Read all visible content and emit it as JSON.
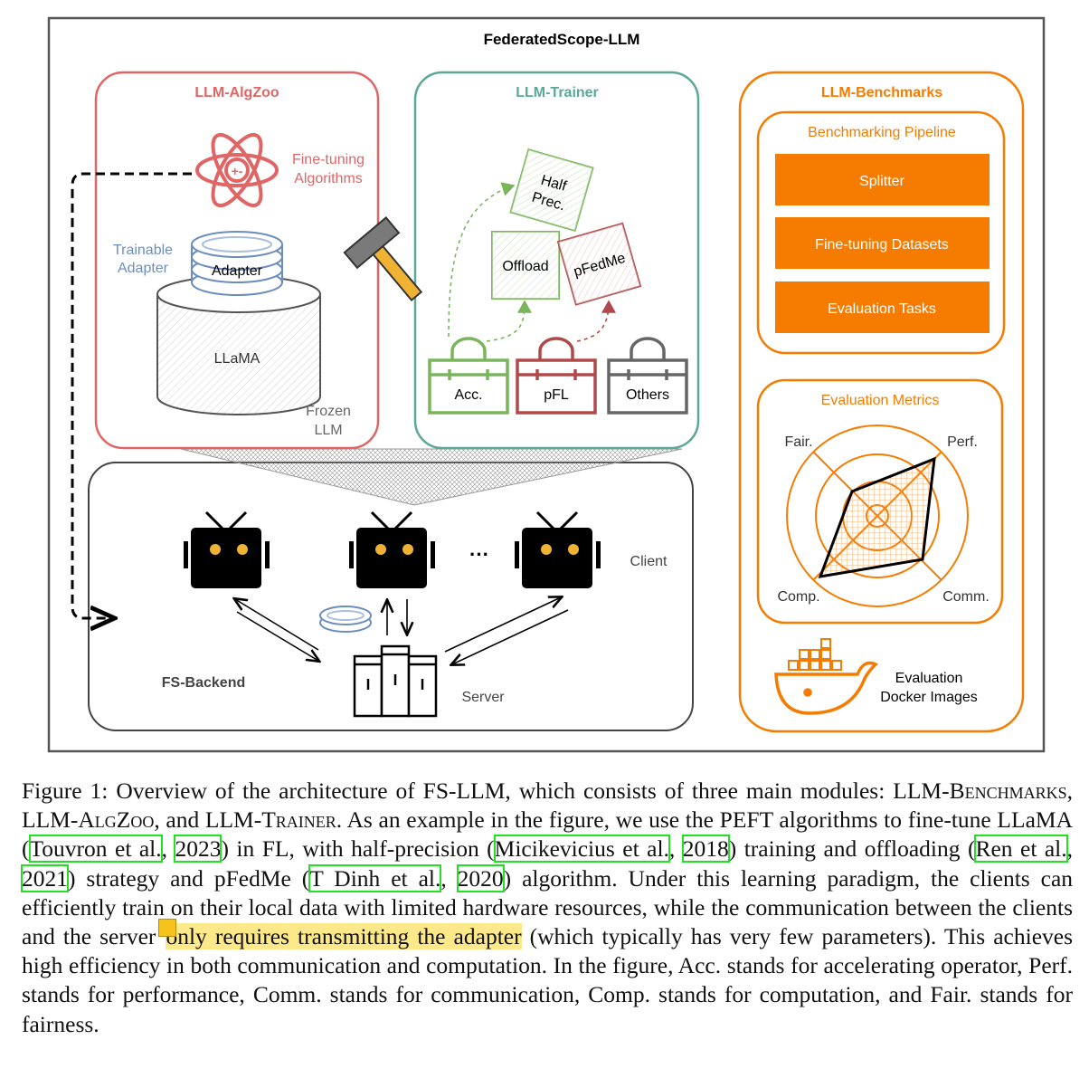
{
  "figure": {
    "title": "FederatedScope-LLM",
    "algzoo": {
      "title": "LLM-AlgZoo",
      "finetune_label_1": "Fine-tuning",
      "finetune_label_2": "Algorithms",
      "trainable_1": "Trainable",
      "trainable_2": "Adapter",
      "adapter": "Adapter",
      "llama": "LLaMA",
      "frozen_1": "Frozen",
      "frozen_2": "LLM"
    },
    "trainer": {
      "title": "LLM-Trainer",
      "half_1": "Half",
      "half_2": "Prec.",
      "offload": "Offload",
      "pfedme": "pFedMe",
      "acc": "Acc.",
      "pfl": "pFL",
      "others": "Others"
    },
    "benchmarks": {
      "title": "LLM-Benchmarks",
      "pipeline_title": "Benchmarking Pipeline",
      "pipeline_items": [
        "Splitter",
        "Fine-tuning Datasets",
        "Evaluation Tasks"
      ],
      "metrics_title": "Evaluation Metrics",
      "metric_fair": "Fair.",
      "metric_perf": "Perf.",
      "metric_comp": "Comp.",
      "metric_comm": "Comm.",
      "docker_1": "Evaluation",
      "docker_2": "Docker Images"
    },
    "backend": {
      "title": "FS-Backend",
      "client": "Client",
      "server": "Server",
      "ellipsis": "···"
    }
  },
  "caption": {
    "p1": "Figure 1: Overview of the architecture of FS-LLM, which consists of three main modules: LLM-",
    "m1": "Benchmarks",
    "p2": ", LLM-",
    "m2": "AlgZoo",
    "p3": ", and LLM-",
    "m3": "Trainer",
    "p4": ". As an example in the figure, we use the PEFT algorithms to fine-tune LLaMA (",
    "c1a": "Touvron et al.",
    "c1s": ", ",
    "c1b": "2023",
    "p5": ") in FL, with half-precision (",
    "c2a": "Micikevicius et al.",
    "c2s": ", ",
    "c2b": "2018",
    "p6": ") training and offloading (",
    "c3a": "Ren et al.",
    "c3s": ", ",
    "c3b": "2021",
    "p7": ") strategy and pFedMe (",
    "c4a": "T Dinh et al.",
    "c4s": ", ",
    "c4b": "2020",
    "p8": ") algorithm. Under this learning paradigm, the clients can efficiently train on their local data with limited hardware resources, while the communication between the clients and the server ",
    "hl": "only requires transmitting the adapter",
    "p9": " (which typically has very few parameters). This achieves high efficiency in both communication and computation. In the figure, Acc. stands for accelerating operator, Perf. stands for performance, Comm. stands for communication, Comp. stands for computation, and Fair. stands for fairness."
  },
  "colors": {
    "red": "#e06666",
    "teal": "#5aa89a",
    "orange": "#f57c00",
    "green": "#7ab55c",
    "darkred": "#b04a4a",
    "gray": "#666666",
    "blue": "#6c8ebf"
  }
}
